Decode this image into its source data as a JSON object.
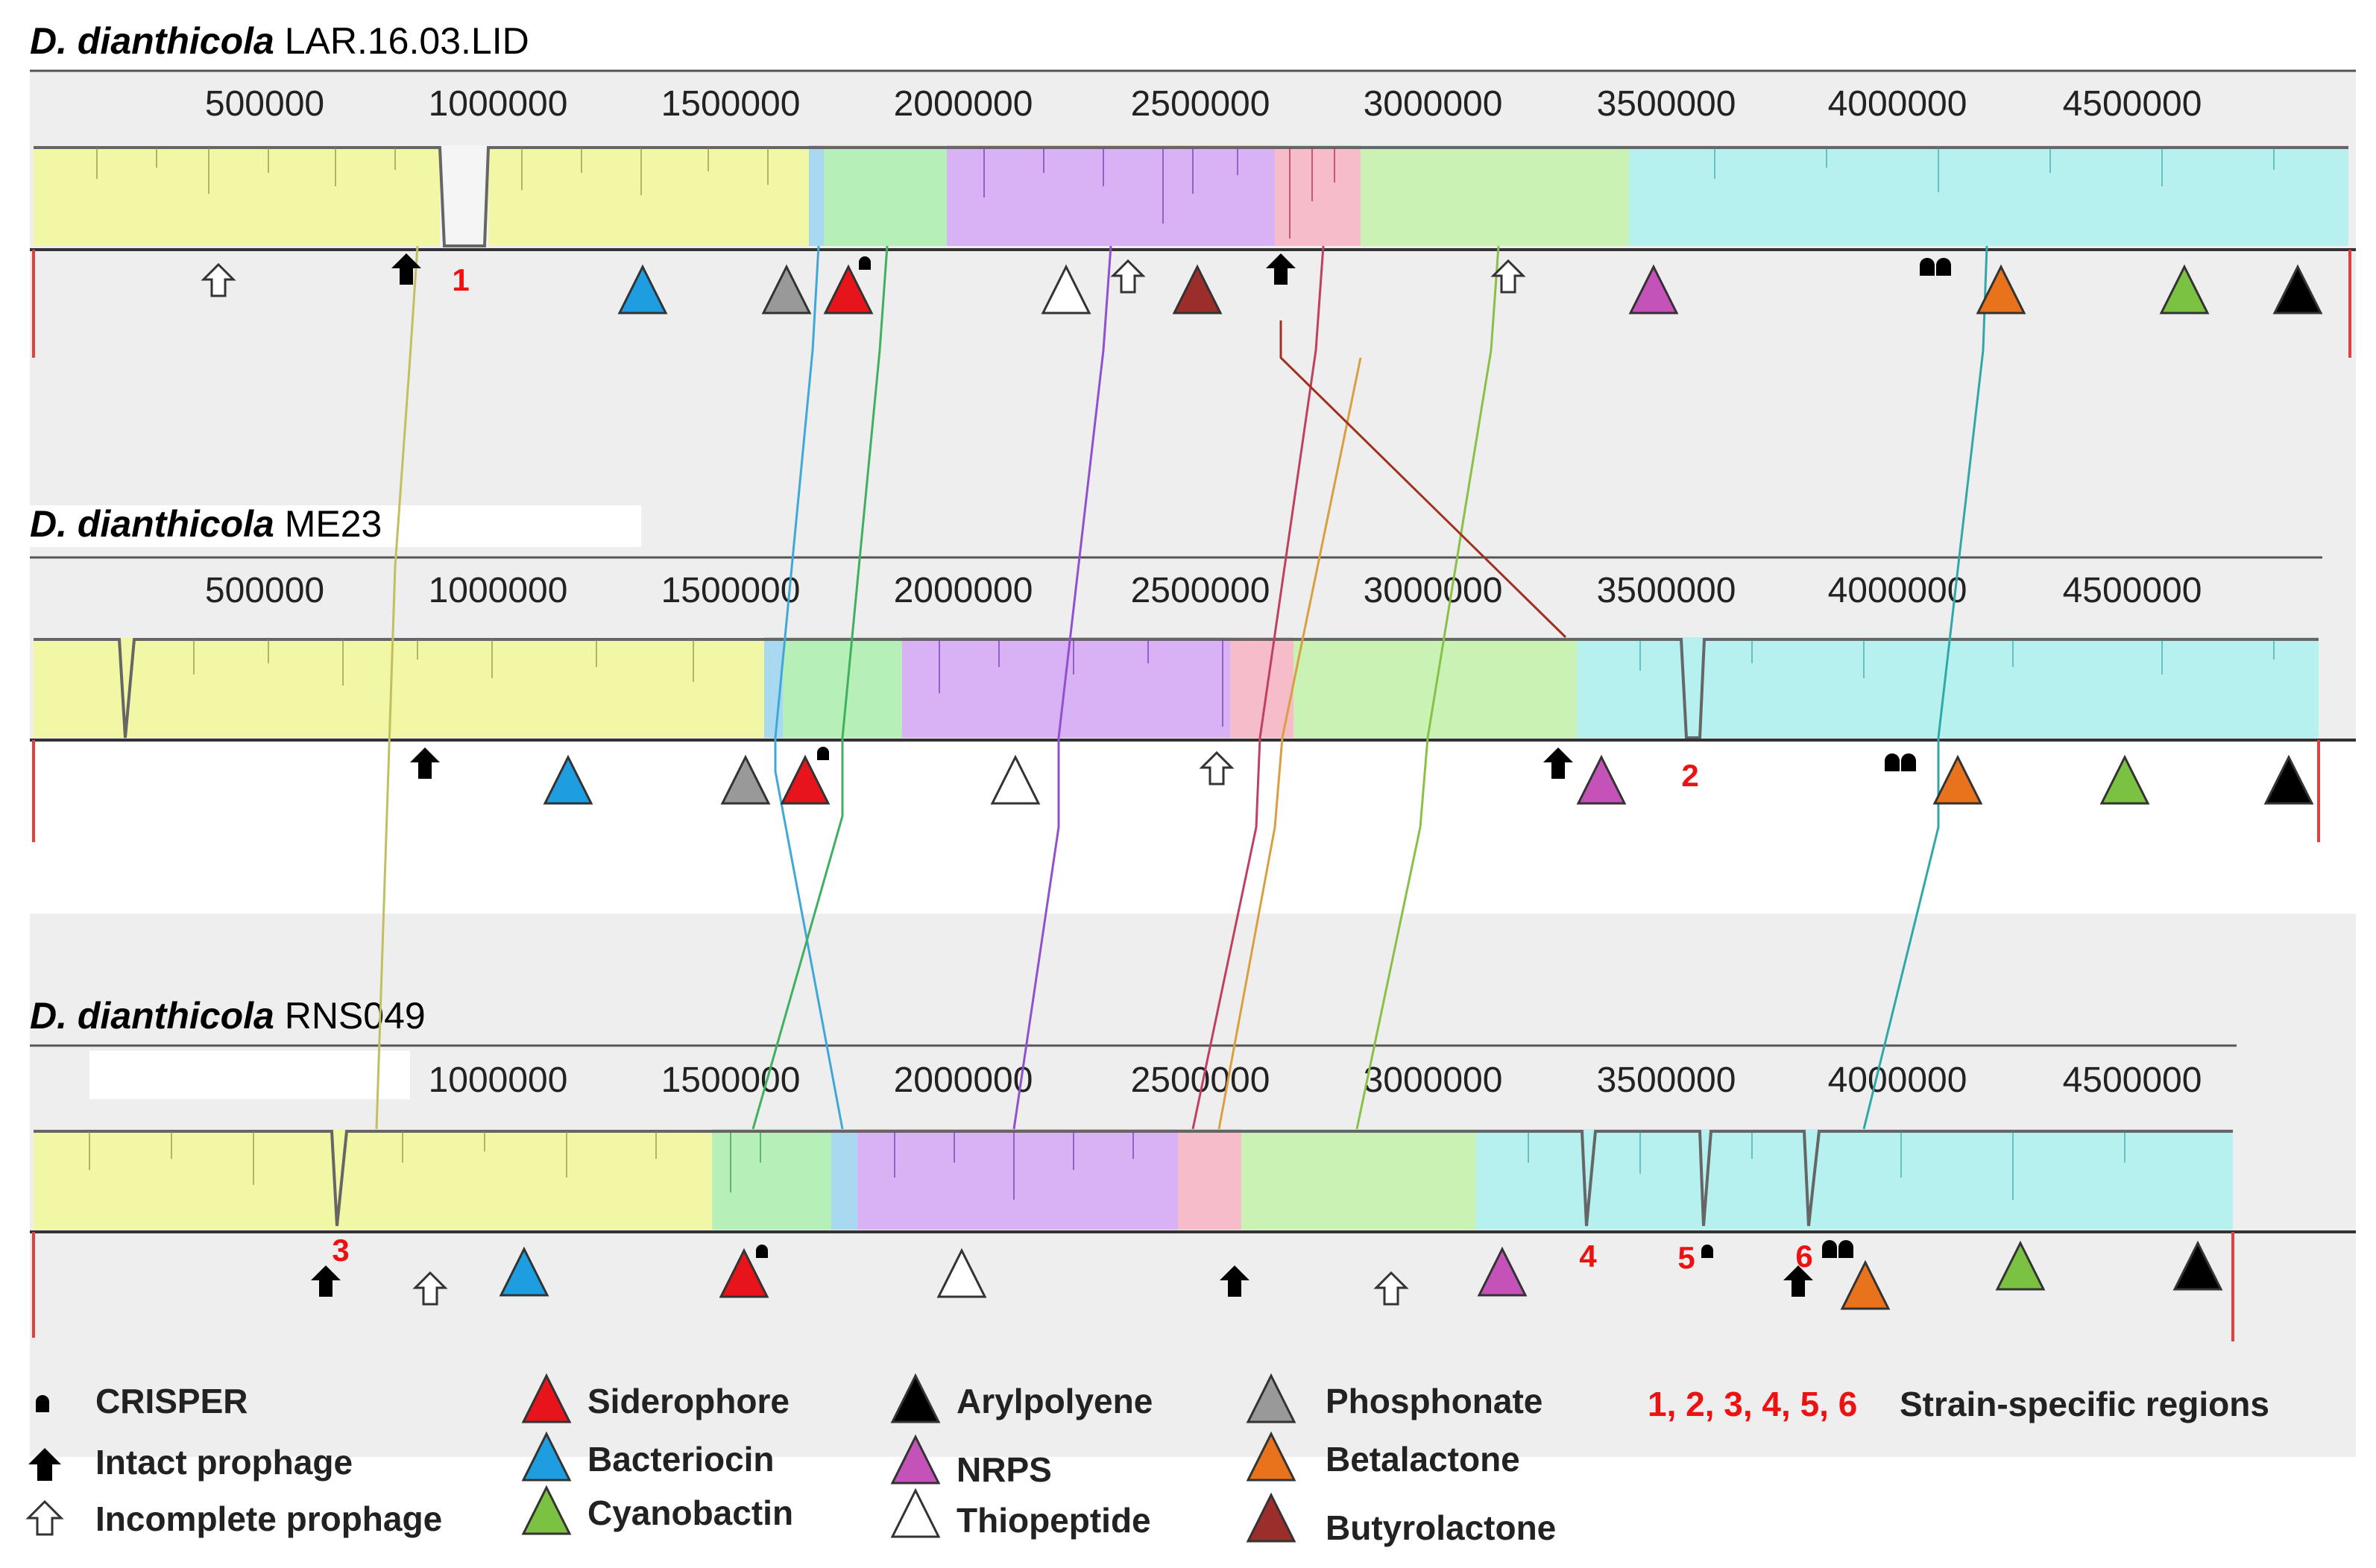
{
  "panels": [
    {
      "title_italic": "D. dianthicola",
      "title_strain": "LAR.16.03.LID",
      "ticks": [
        "500000",
        "1000000",
        "1500000",
        "2000000",
        "2500000",
        "3000000",
        "3500000",
        "4000000",
        "4500000"
      ],
      "strain_specific_labels": [
        "1"
      ]
    },
    {
      "title_italic": "D. dianthicola",
      "title_strain": "ME23",
      "ticks": [
        "500000",
        "1000000",
        "1500000",
        "2000000",
        "2500000",
        "3000000",
        "3500000",
        "4000000",
        "4500000"
      ],
      "strain_specific_labels": [
        "2"
      ]
    },
    {
      "title_italic": "D. dianthicola",
      "title_strain": "RNS049",
      "ticks": [
        "1000000",
        "1500000",
        "2000000",
        "2500000",
        "3000000",
        "3500000",
        "4000000",
        "4500000"
      ],
      "strain_specific_labels": [
        "3",
        "4",
        "5",
        "6"
      ]
    }
  ],
  "block_colors": {
    "yellow": "#f2f7a6",
    "blue": "#a9d8f1",
    "green": "#b6efb7",
    "purple": "#d8b2f4",
    "pink": "#f7bcc9",
    "lightgreen": "#c9f2b4",
    "cyan": "#b6f0ef"
  },
  "legend": {
    "crisper": "CRISPER",
    "intact_prophage": "Intact prophage",
    "incomplete_prophage": "Incomplete prophage",
    "siderophore": "Siderophore",
    "bacteriocin": "Bacteriocin",
    "cyanobactin": "Cyanobactin",
    "arylpolyene": "Arylpolyene",
    "nrps": "NRPS",
    "thiopeptide": "Thiopeptide",
    "phosphonate": "Phosphonate",
    "betalactone": "Betalactone",
    "butyrolactone": "Butyrolactone",
    "strain_specific_numbers": "1, 2, 3, 4, 5, 6",
    "strain_specific_text": "Strain-specific regions"
  },
  "icon_colors": {
    "siderophore": "#e8141b",
    "bacteriocin": "#1e9ee0",
    "cyanobactin": "#7cc242",
    "arylpolyene": "#000000",
    "nrps": "#c552b8",
    "thiopeptide": "#ffffff",
    "phosphonate": "#999999",
    "betalactone": "#e8731c",
    "butyrolactone": "#9b2d2a"
  }
}
